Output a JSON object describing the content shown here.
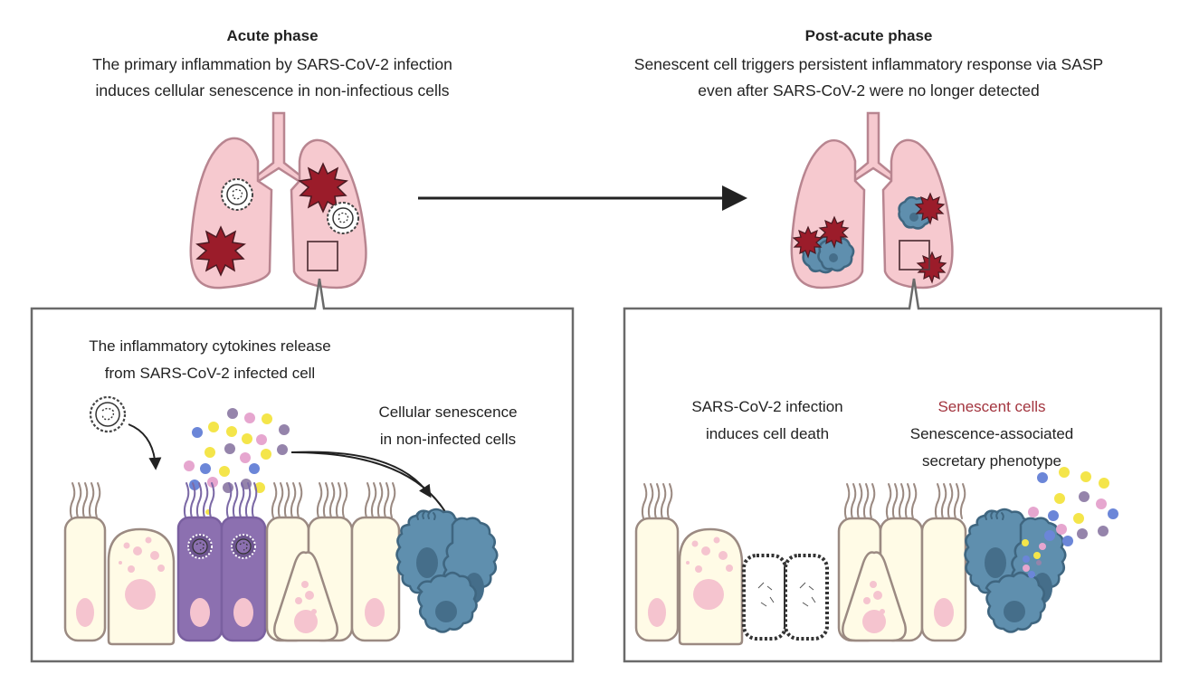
{
  "acute": {
    "title": "Acute phase",
    "desc_line1": "The primary inflammation by SARS-CoV-2 infection",
    "desc_line2": "induces cellular senescence in non-infectious cells",
    "panel": {
      "cytokine_label_line1": "The inflammatory cytokines release",
      "cytokine_label_line2": "from SARS-CoV-2 infected cell",
      "senescence_label_line1": "Cellular senescence",
      "senescence_label_line2": "in non-infected cells"
    }
  },
  "post_acute": {
    "title": "Post-acute phase",
    "desc_line1": "Senescent cell triggers persistent inflammatory response via SASP",
    "desc_line2": "even after SARS-CoV-2 were no longer detected",
    "panel": {
      "death_label_line1": "SARS-CoV-2 infection",
      "death_label_line2": "induces cell death",
      "senescent_title": "Senescent cells",
      "sasp_line1": "Senescence-associated",
      "sasp_line2": "secretary phenotype"
    }
  },
  "transition_arrow": "acute-to-post-acute",
  "colors": {
    "lung_fill": "#f6c9cf",
    "inflammation_star": "#9b1c2a",
    "infected_cell": "#8c70b0",
    "senescent_cell": "#5f8fae",
    "normal_cell": "#fffbe6",
    "highlight_text": "#a3353f",
    "cytokine_colors": [
      "#6b86d8",
      "#f4e54a",
      "#e6a6cf",
      "#9584ab"
    ]
  }
}
